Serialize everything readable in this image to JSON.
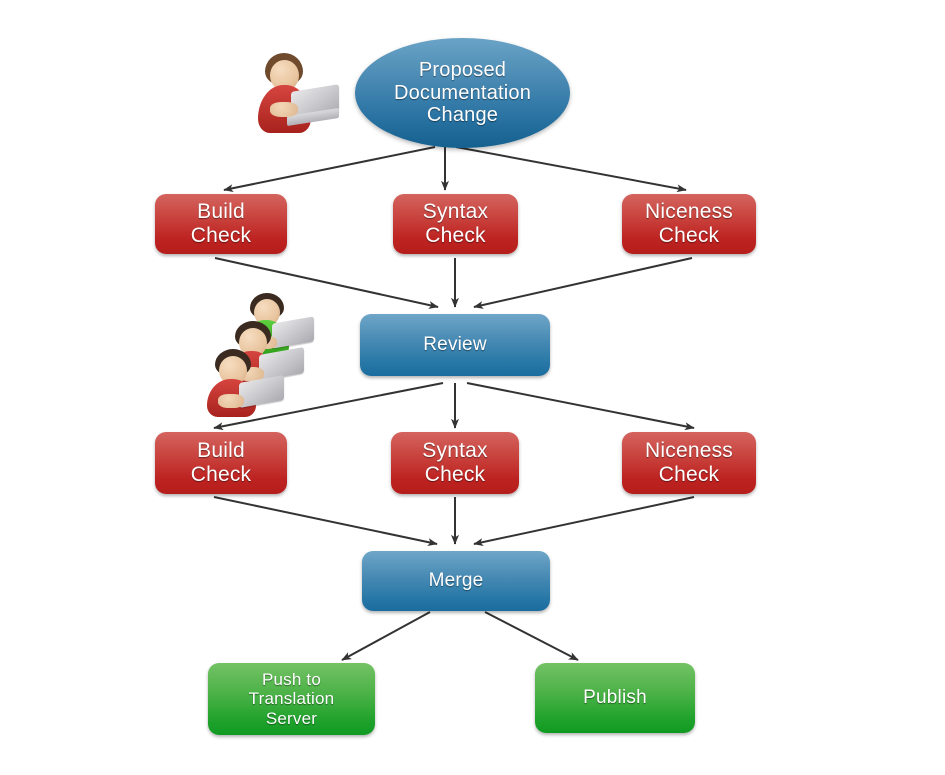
{
  "diagram": {
    "title": "Proposed Documentation Change workflow",
    "background_color": "#ffffff",
    "edge_color": "#333333",
    "colors": {
      "start_blue_top": "#6aa3c6",
      "start_blue_bottom": "#14608f",
      "check_red_top": "#d4645f",
      "check_red_bottom": "#b51d1b",
      "stage_blue_top": "#6fa6c8",
      "stage_blue_bottom": "#1a6d9e",
      "output_green_top": "#74c265",
      "output_green_bottom": "#109a22"
    }
  },
  "nodes": {
    "proposed_change": {
      "label": "Proposed\nDocumentation\nChange",
      "shape": "ellipse",
      "color": "blue"
    },
    "build_check_1": {
      "label": "Build\nCheck",
      "shape": "box",
      "color": "red"
    },
    "syntax_check_1": {
      "label": "Syntax\nCheck",
      "shape": "box",
      "color": "red"
    },
    "niceness_check_1": {
      "label": "Niceness\nCheck",
      "shape": "box",
      "color": "red"
    },
    "review": {
      "label": "Review",
      "shape": "box",
      "color": "blue"
    },
    "build_check_2": {
      "label": "Build\nCheck",
      "shape": "box",
      "color": "red"
    },
    "syntax_check_2": {
      "label": "Syntax\nCheck",
      "shape": "box",
      "color": "red"
    },
    "niceness_check_2": {
      "label": "Niceness\nCheck",
      "shape": "box",
      "color": "red"
    },
    "merge": {
      "label": "Merge",
      "shape": "box",
      "color": "blue"
    },
    "push_translation": {
      "label": "Push to\nTranslation\nServer",
      "shape": "box",
      "color": "green"
    },
    "publish": {
      "label": "Publish",
      "shape": "box",
      "color": "green"
    }
  },
  "icons": {
    "author": {
      "name": "person-with-laptop-icon",
      "shirt_color": "#b52a24",
      "hair_color": "#6f4a2d",
      "count": 1
    },
    "reviewers": {
      "name": "people-group-with-laptops-icon",
      "shirt_colors": [
        "#2f9c18",
        "#a8221d",
        "#a8221d"
      ],
      "count": 3
    }
  },
  "edges": [
    {
      "from": "proposed_change",
      "to": "build_check_1"
    },
    {
      "from": "proposed_change",
      "to": "syntax_check_1"
    },
    {
      "from": "proposed_change",
      "to": "niceness_check_1"
    },
    {
      "from": "build_check_1",
      "to": "review"
    },
    {
      "from": "syntax_check_1",
      "to": "review"
    },
    {
      "from": "niceness_check_1",
      "to": "review"
    },
    {
      "from": "review",
      "to": "build_check_2"
    },
    {
      "from": "review",
      "to": "syntax_check_2"
    },
    {
      "from": "review",
      "to": "niceness_check_2"
    },
    {
      "from": "build_check_2",
      "to": "merge"
    },
    {
      "from": "syntax_check_2",
      "to": "merge"
    },
    {
      "from": "niceness_check_2",
      "to": "merge"
    },
    {
      "from": "merge",
      "to": "push_translation"
    },
    {
      "from": "merge",
      "to": "publish"
    }
  ]
}
